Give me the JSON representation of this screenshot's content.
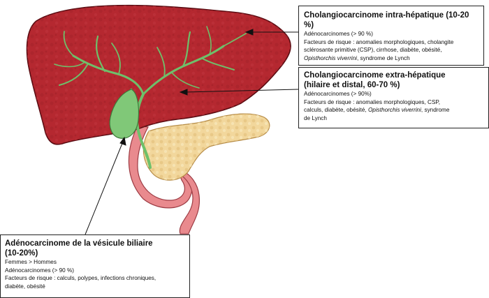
{
  "colors": {
    "liver": "#b52830",
    "liver_edge": "#5a0c12",
    "bile_duct": "#6ec06a",
    "gallbladder": "#80c878",
    "pancreas": "#f2d79c",
    "duodenum": "#e98a8e",
    "arrow": "#111111"
  },
  "icons": [
    "liver-illustration",
    "bile-duct-tree",
    "gallbladder-illustration",
    "pancreas-illustration",
    "duodenum-illustration",
    "pointer-arrow"
  ],
  "callouts": {
    "intra": {
      "title": "Cholangiocarcinome intra-hépatique (10-20 %)",
      "line1": "Adénocarcinomes (> 90 %)",
      "line2": "Facteurs de risque : anomalies morphologiques, cholangite",
      "line3": "sclérosante primitive (CSP), cirrhose, diabète, obésité,",
      "line4_italic": "Opisthorchis viverrini",
      "line4_rest": ", syndrome de Lynch"
    },
    "extra": {
      "title_line1": "Cholangiocarcinome extra-hépatique",
      "title_line2": "(hilaire et distal, 60-70 %)",
      "line1": "Adénocarcinomes (> 90%)",
      "line2": "Facteurs de risque : anomalies morphologiques, CSP,",
      "line3_start": "calculs, diabète, obésité, ",
      "line3_italic": "Opisthorchis viverrini",
      "line3_end": ", syndrome",
      "line4": "de Lynch"
    },
    "gallbladder": {
      "title_line1": "Adénocarcinome de la vésicule biliaire",
      "title_line2": "(10-20%)",
      "line1": "Femmes > Hommes",
      "line2": "Adénocarcinomes (> 90 %)",
      "line3": "Facteurs de risque : calculs, polypes, infections chroniques,",
      "line4": "diabète, obésité"
    }
  }
}
